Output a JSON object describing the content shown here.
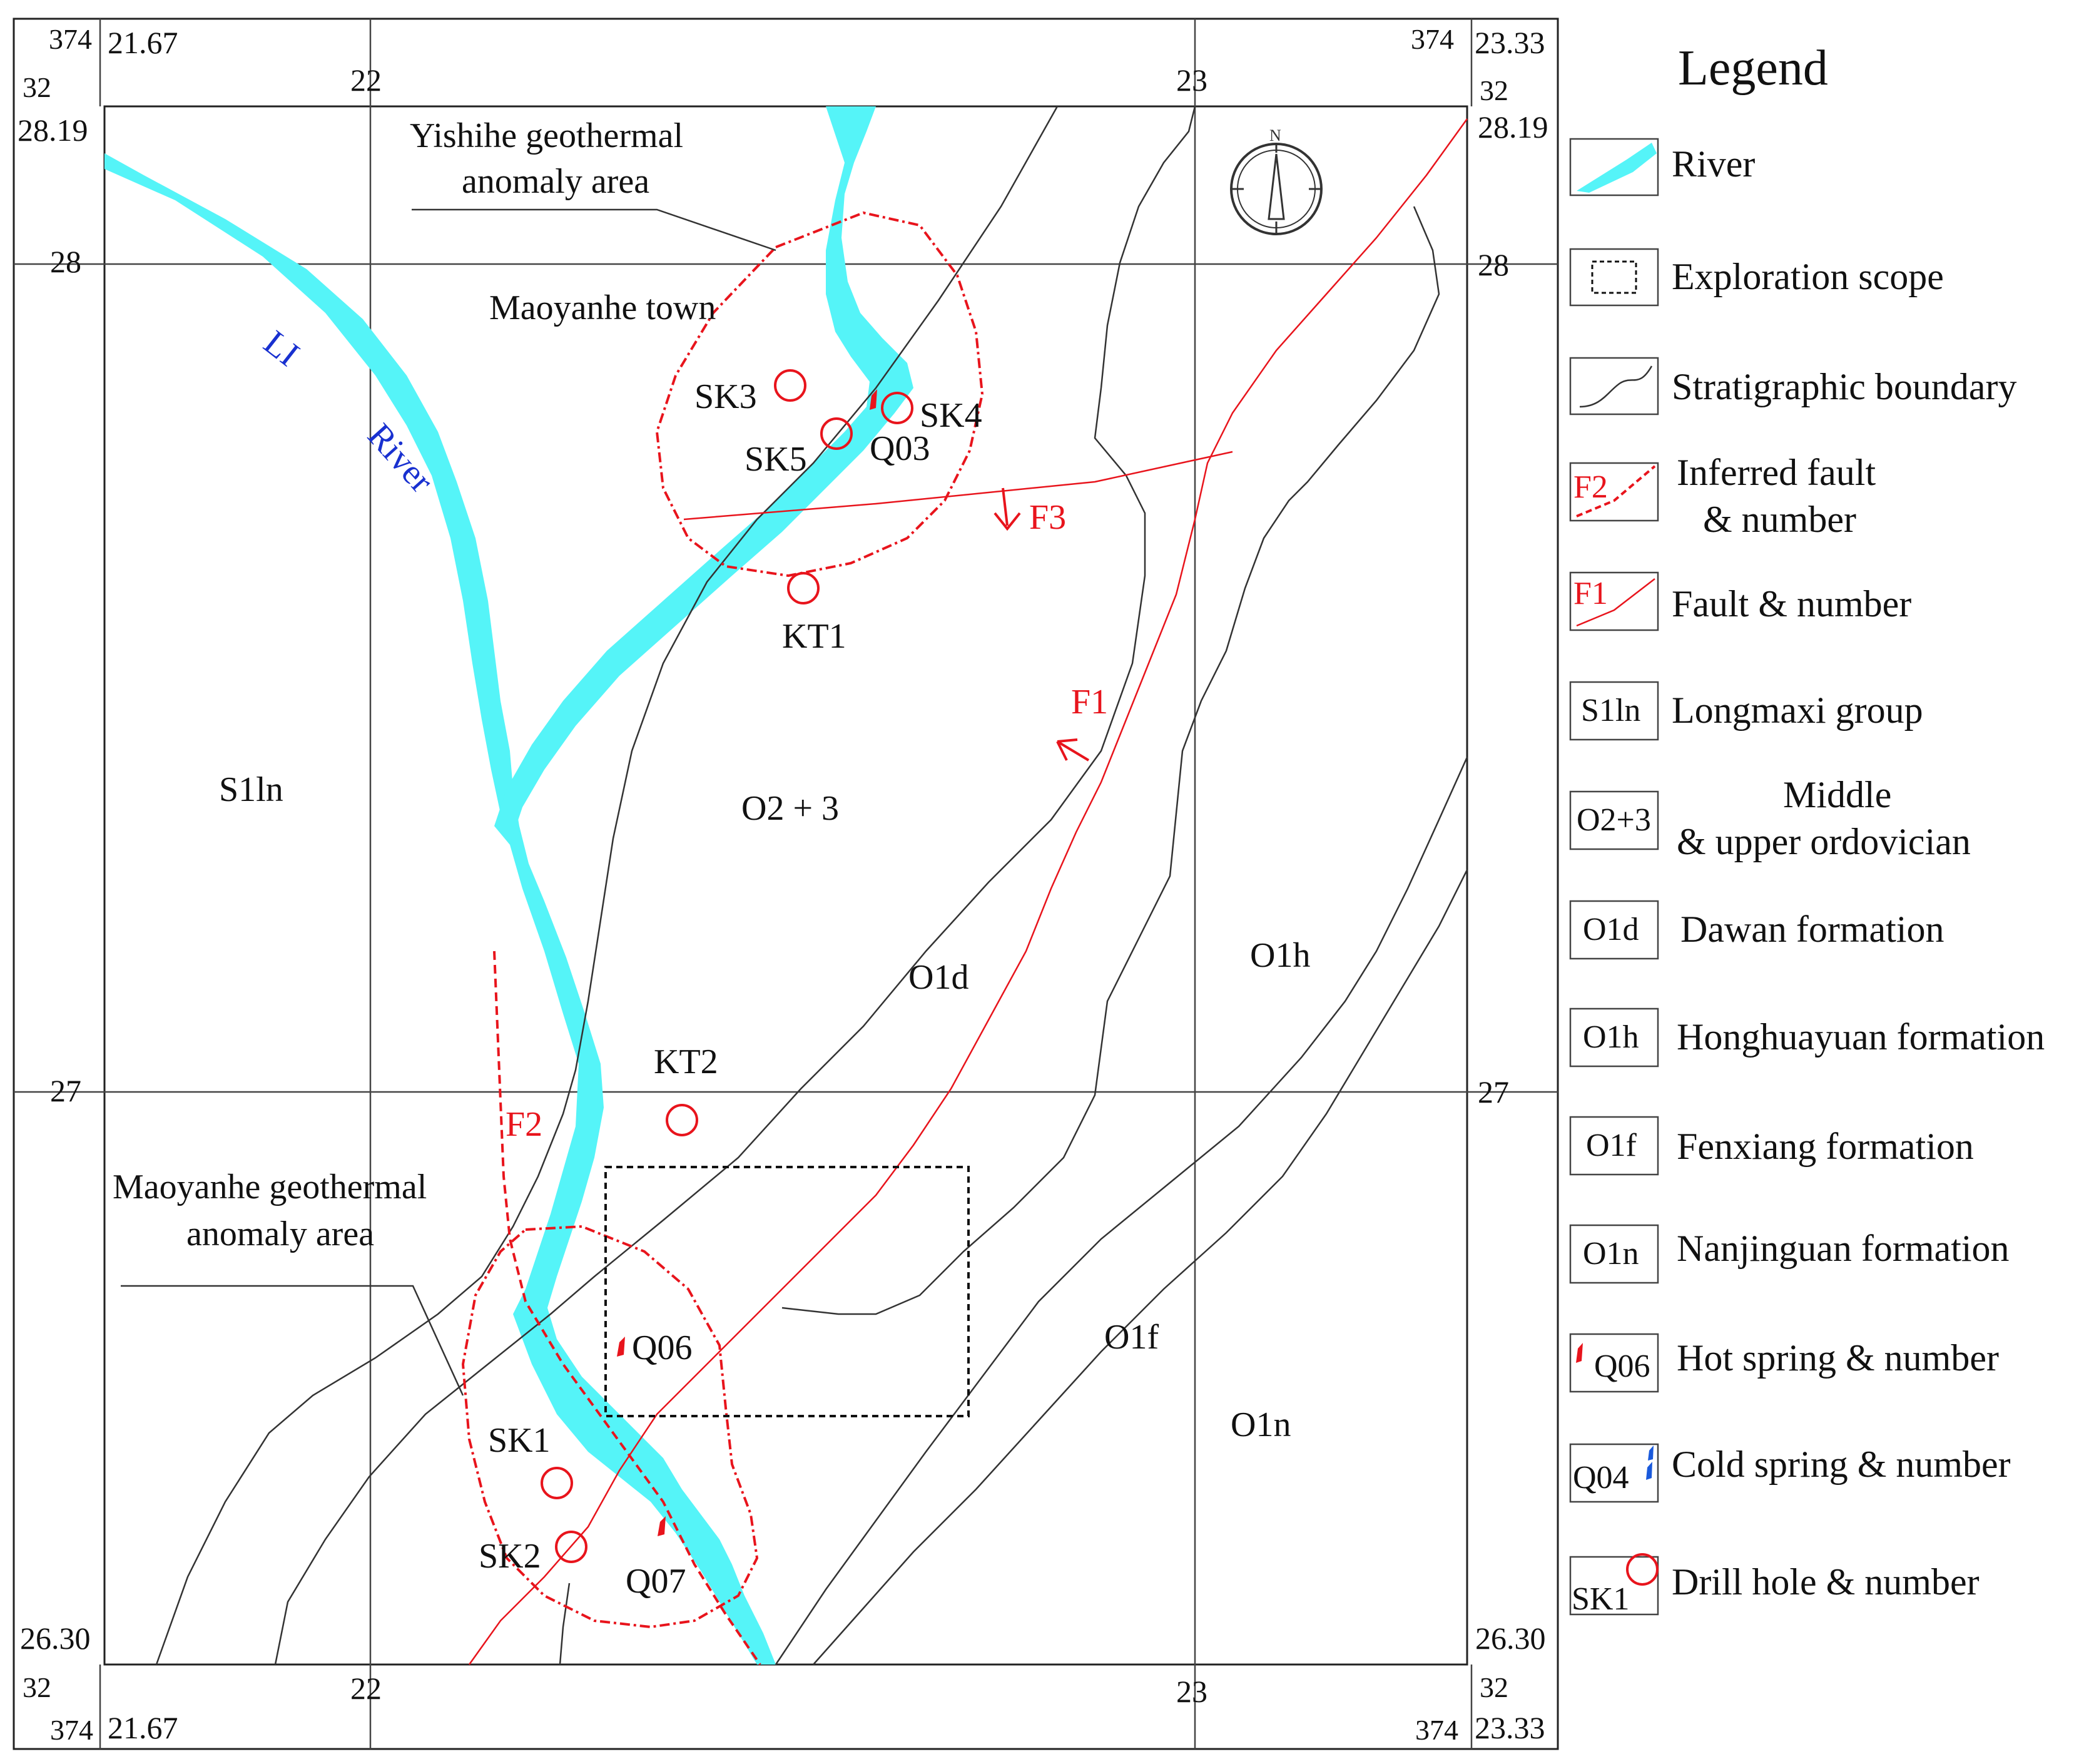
{
  "map": {
    "corners": {
      "tl_e": "374",
      "tl_n": "21.67",
      "tl_s": "32",
      "tr_e": "374",
      "tr_n": "23.33",
      "tr_s": "32",
      "bl_s": "32",
      "bl_e": "374",
      "bl_n": "21.67",
      "br_s": "32",
      "br_e": "374",
      "br_n": "23.33"
    },
    "grid": {
      "top_22": "22",
      "top_23": "23",
      "bottom_22": "22",
      "bottom_23": "23",
      "left_2819": "28.19",
      "left_28": "28",
      "left_27": "27",
      "left_2630": "26.30",
      "right_2819": "28.19",
      "right_28": "28",
      "right_27": "27",
      "right_2630": "26.30"
    },
    "compass_letter": "N",
    "labels": {
      "yishihe_line1": "Yishihe geothermal",
      "yishihe_line2": "anomaly area",
      "maoyanhe_town": "Maoyanhe town",
      "li": "LI",
      "river": "River",
      "maoyanhe_line1": "Maoyanhe geothermal",
      "maoyanhe_line2": "anomaly area",
      "s1ln": "S1ln",
      "o23": "O2 + 3",
      "o1d": "O1d",
      "o1h": "O1h",
      "o1f": "O1f",
      "o1n": "O1n"
    },
    "points": {
      "sk3": "SK3",
      "sk4": "SK4",
      "sk5": "SK5",
      "q03": "Q03",
      "kt1": "KT1",
      "kt2": "KT2",
      "q06": "Q06",
      "sk1": "SK1",
      "sk2": "SK2",
      "q07": "Q07"
    },
    "faults": {
      "f1": "F1",
      "f2": "F2",
      "f3": "F3"
    }
  },
  "legend": {
    "title": "Legend",
    "items": [
      {
        "key": "river",
        "label": "River"
      },
      {
        "key": "exploration",
        "label": "Exploration scope"
      },
      {
        "key": "strat",
        "label": "Stratigraphic boundary"
      },
      {
        "key": "inferred",
        "code": "F2",
        "label1": "Inferred fault",
        "label2": "& number"
      },
      {
        "key": "fault",
        "code": "F1",
        "label": "Fault  & number"
      },
      {
        "key": "s1ln",
        "code": "S1ln",
        "label": "Longmaxi group"
      },
      {
        "key": "o23",
        "code": "O2+3",
        "label1": "Middle",
        "label2": "& upper ordovician"
      },
      {
        "key": "o1d",
        "code": "O1d",
        "label": "Dawan formation"
      },
      {
        "key": "o1h",
        "code": "O1h",
        "label": "Honghuayuan formation"
      },
      {
        "key": "o1f",
        "code": "O1f",
        "label": "Fenxiang formation"
      },
      {
        "key": "o1n",
        "code": "O1n",
        "label": "Nanjinguan formation"
      },
      {
        "key": "hot",
        "code": "Q06",
        "label": "Hot spring & number"
      },
      {
        "key": "cold",
        "code": "Q04",
        "label": "Cold spring & number"
      },
      {
        "key": "drill",
        "code": "SK1",
        "label": "Drill hole & number"
      }
    ]
  },
  "colors": {
    "river": "#55f4f8",
    "fault": "#e8141c",
    "boundary": "#333333",
    "cold_spring": "#1a5adc"
  }
}
